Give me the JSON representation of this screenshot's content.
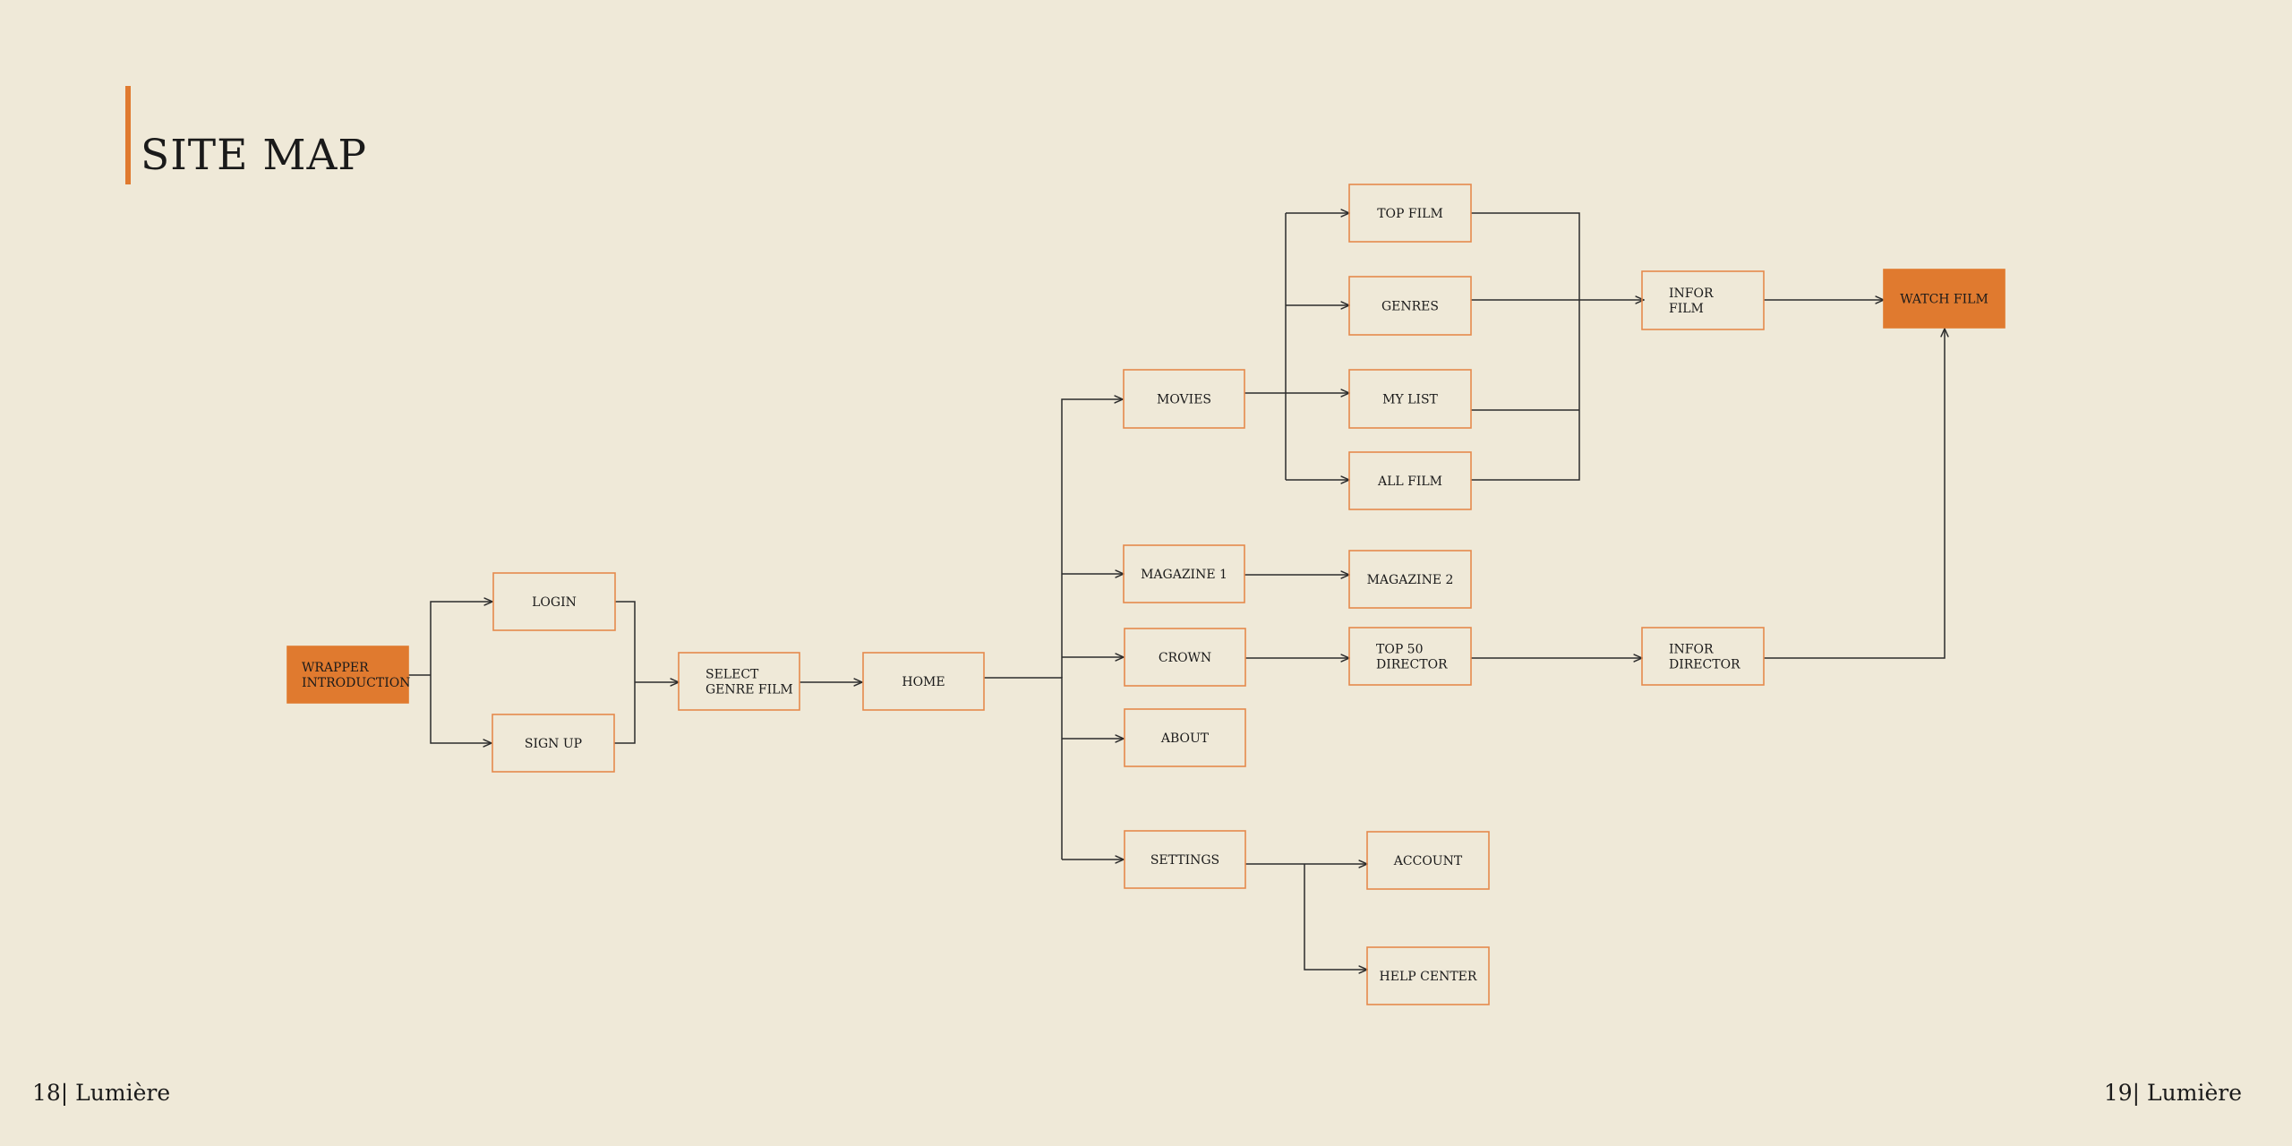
{
  "header": {
    "title": "SITE MAP"
  },
  "footer": {
    "left": "18| Lumière",
    "right": "19| Lumière"
  },
  "colors": {
    "accent": "#e07a2f",
    "background": "#efe9d8",
    "line": "#2c2c2c"
  },
  "nodes": {
    "wrapper": [
      "WRAPPER",
      "INTRODUCTION"
    ],
    "login": [
      "LOGIN"
    ],
    "signup": [
      "SIGN UP"
    ],
    "select_genre": [
      "SELECT",
      "GENRE FILM"
    ],
    "home": [
      "HOME"
    ],
    "movies": [
      "MOVIES"
    ],
    "magazine1": [
      "MAGAZINE 1"
    ],
    "crown": [
      "CROWN"
    ],
    "about": [
      "ABOUT"
    ],
    "settings": [
      "SETTINGS"
    ],
    "top_film": [
      "TOP FILM"
    ],
    "genres": [
      "GENRES"
    ],
    "my_list": [
      "MY LIST"
    ],
    "all_film": [
      "ALL FILM"
    ],
    "magazine2": [
      "MAGAZINE 2"
    ],
    "top50": [
      "TOP 50",
      "DIRECTOR"
    ],
    "account": [
      "ACCOUNT"
    ],
    "help_center": [
      "HELP CENTER"
    ],
    "infor_film": [
      "INFOR",
      "FILM"
    ],
    "infor_director": [
      "INFOR",
      "DIRECTOR"
    ],
    "watch_film": [
      "WATCH FILM"
    ]
  }
}
